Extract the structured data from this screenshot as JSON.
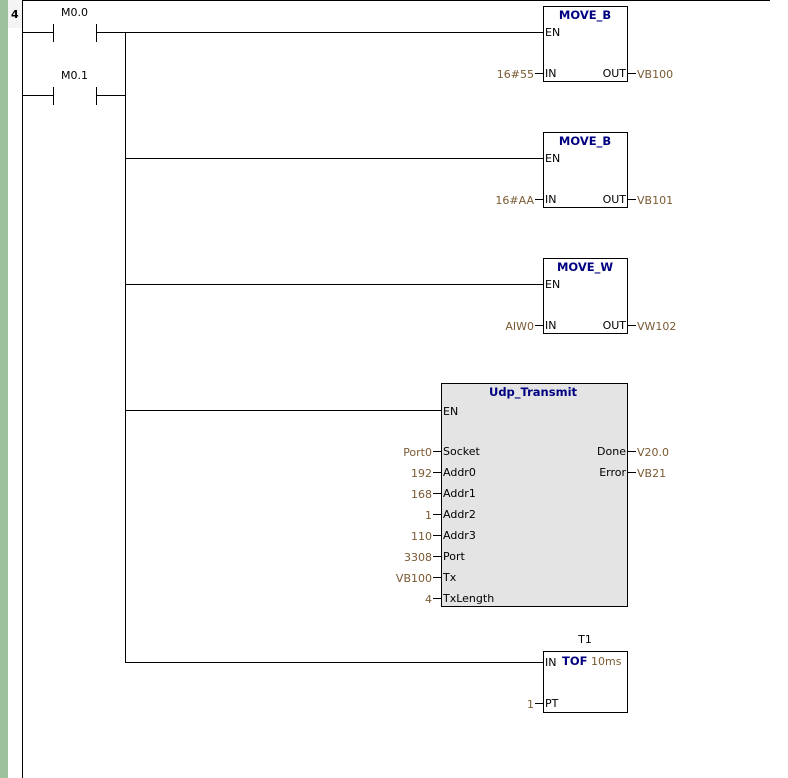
{
  "network": {
    "number": "4",
    "bar_color": "#9dc19a"
  },
  "contacts": [
    {
      "address": "M0.0"
    },
    {
      "address": "M0.1"
    }
  ],
  "blocks": {
    "move1": {
      "title": "MOVE_B",
      "en": "EN",
      "in_pin": "IN",
      "out_pin": "OUT",
      "in_operand": "16#55",
      "out_operand": "VB100"
    },
    "move2": {
      "title": "MOVE_B",
      "en": "EN",
      "in_pin": "IN",
      "out_pin": "OUT",
      "in_operand": "16#AA",
      "out_operand": "VB101"
    },
    "move3": {
      "title": "MOVE_W",
      "en": "EN",
      "in_pin": "IN",
      "out_pin": "OUT",
      "in_operand": "AIW0",
      "out_operand": "VW102"
    },
    "udp": {
      "title": "Udp_Transmit",
      "en": "EN",
      "inputs": [
        {
          "pin": "Socket",
          "operand": "Port0"
        },
        {
          "pin": "Addr0",
          "operand": "192"
        },
        {
          "pin": "Addr1",
          "operand": "168"
        },
        {
          "pin": "Addr2",
          "operand": "1"
        },
        {
          "pin": "Addr3",
          "operand": "110"
        },
        {
          "pin": "Port",
          "operand": "3308"
        },
        {
          "pin": "Tx",
          "operand": "VB100"
        },
        {
          "pin": "TxLength",
          "operand": "4"
        }
      ],
      "outputs": [
        {
          "pin": "Done",
          "operand": "V20.0"
        },
        {
          "pin": "Error",
          "operand": "VB21"
        }
      ],
      "fill_color": "#e4e4e4"
    },
    "timer": {
      "name": "T1",
      "type": "TOF",
      "resolution": "10ms",
      "in_pin": "IN",
      "pt_pin": "PT",
      "pt_operand": "1"
    }
  },
  "colors": {
    "operand": "#7a5a32",
    "title": "#000080"
  }
}
